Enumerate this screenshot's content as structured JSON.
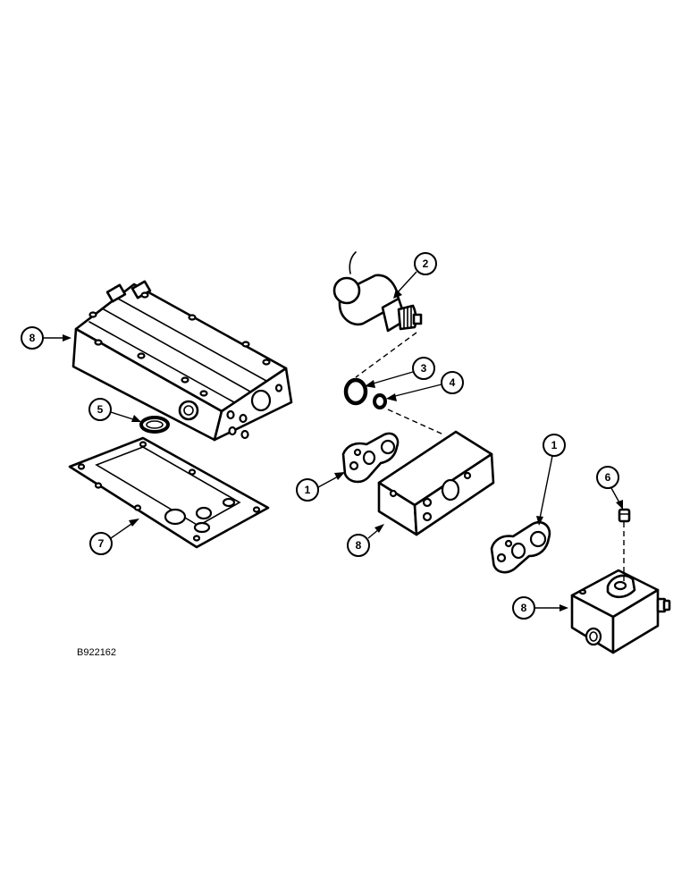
{
  "figure": {
    "id_label": "B922162"
  },
  "callouts": [
    {
      "key": "c8a",
      "label": "8"
    },
    {
      "key": "c2",
      "label": "2"
    },
    {
      "key": "c3",
      "label": "3"
    },
    {
      "key": "c4",
      "label": "4"
    },
    {
      "key": "c5",
      "label": "5"
    },
    {
      "key": "c1a",
      "label": "1"
    },
    {
      "key": "c7",
      "label": "7"
    },
    {
      "key": "c8b",
      "label": "8"
    },
    {
      "key": "c1b",
      "label": "1"
    },
    {
      "key": "c6",
      "label": "6"
    },
    {
      "key": "c8c",
      "label": "8"
    }
  ]
}
